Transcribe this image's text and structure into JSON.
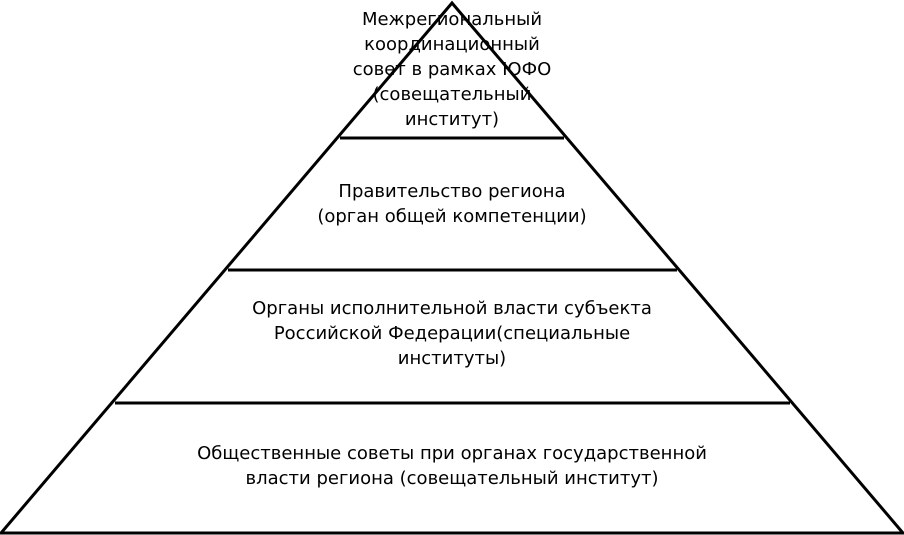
{
  "diagram": {
    "stroke_color": "#000000",
    "tiers": [
      {
        "text": "Межрегиональный\nкоординационный\nсовет в рамках ЮФО\n(совещательный\nинститут)"
      },
      {
        "text": "Правительство региона\n(орган общей компетенции)"
      },
      {
        "text": "Органы исполнительной власти субъекта\nРоссийской Федерации(специальные\nинституты)"
      },
      {
        "text": "Общественные советы при органах государственной\nвласти региона (совещательный институт)"
      }
    ]
  }
}
